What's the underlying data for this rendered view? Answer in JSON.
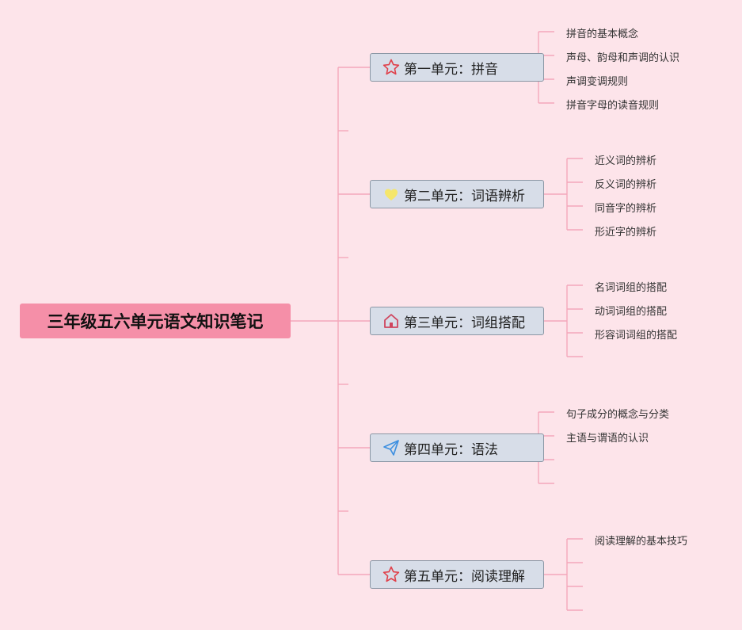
{
  "root": {
    "title": "三年级五六单元语文知识笔记"
  },
  "units": [
    {
      "label": "第一单元：拼音",
      "icon": "star-icon",
      "icon_color": "#e0404a",
      "items": [
        "拼音的基本概念",
        "声母、韵母和声调的认识",
        "声调变调规则",
        "拼音字母的读音规则"
      ]
    },
    {
      "label": "第二单元：词语辨析",
      "icon": "heart-icon",
      "icon_color": "#f5e66b",
      "items": [
        "近义词的辨析",
        "反义词的辨析",
        "同音字的辨析",
        "形近字的辨析"
      ]
    },
    {
      "label": "第三单元：词组搭配",
      "icon": "home-icon",
      "icon_color": "#d0455e",
      "items": [
        "名词词组的搭配",
        "动词词组的搭配",
        "形容词词组的搭配",
        ""
      ]
    },
    {
      "label": "第四单元：语法",
      "icon": "paper-plane-icon",
      "icon_color": "#3d8fe0",
      "items": [
        "句子成分的概念与分类",
        "主语与谓语的认识",
        "",
        ""
      ]
    },
    {
      "label": "第五单元：阅读理解",
      "icon": "star-icon",
      "icon_color": "#e0404a",
      "items": [
        "阅读理解的基本技巧",
        "",
        "",
        ""
      ]
    }
  ]
}
